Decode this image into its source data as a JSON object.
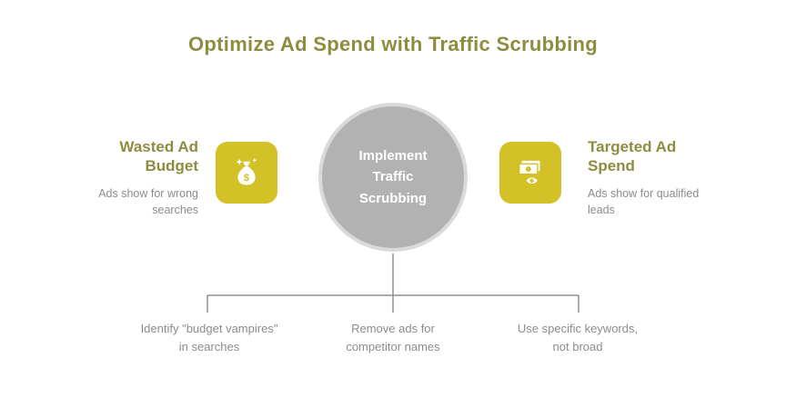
{
  "title": "Optimize Ad Spend with Traffic Scrubbing",
  "center": {
    "label": "Implement Traffic Scrubbing"
  },
  "left_item": {
    "heading": "Wasted Ad Budget",
    "description": "Ads show for wrong searches",
    "icon": "money-bag-icon"
  },
  "right_item": {
    "heading": "Targeted Ad Spend",
    "description": "Ads show for qualified leads",
    "icon": "money-eye-icon"
  },
  "branches": [
    {
      "label": "Identify \"budget vampires\" in searches"
    },
    {
      "label": "Remove ads for competitor names"
    },
    {
      "label": "Use specific keywords, not broad"
    }
  ],
  "colors": {
    "olive": "#8d8d40",
    "yellow": "#d3c128",
    "circle_gray": "#b2b2b2",
    "text_gray": "#8c8c8c",
    "line_gray": "#8f8f8f"
  }
}
